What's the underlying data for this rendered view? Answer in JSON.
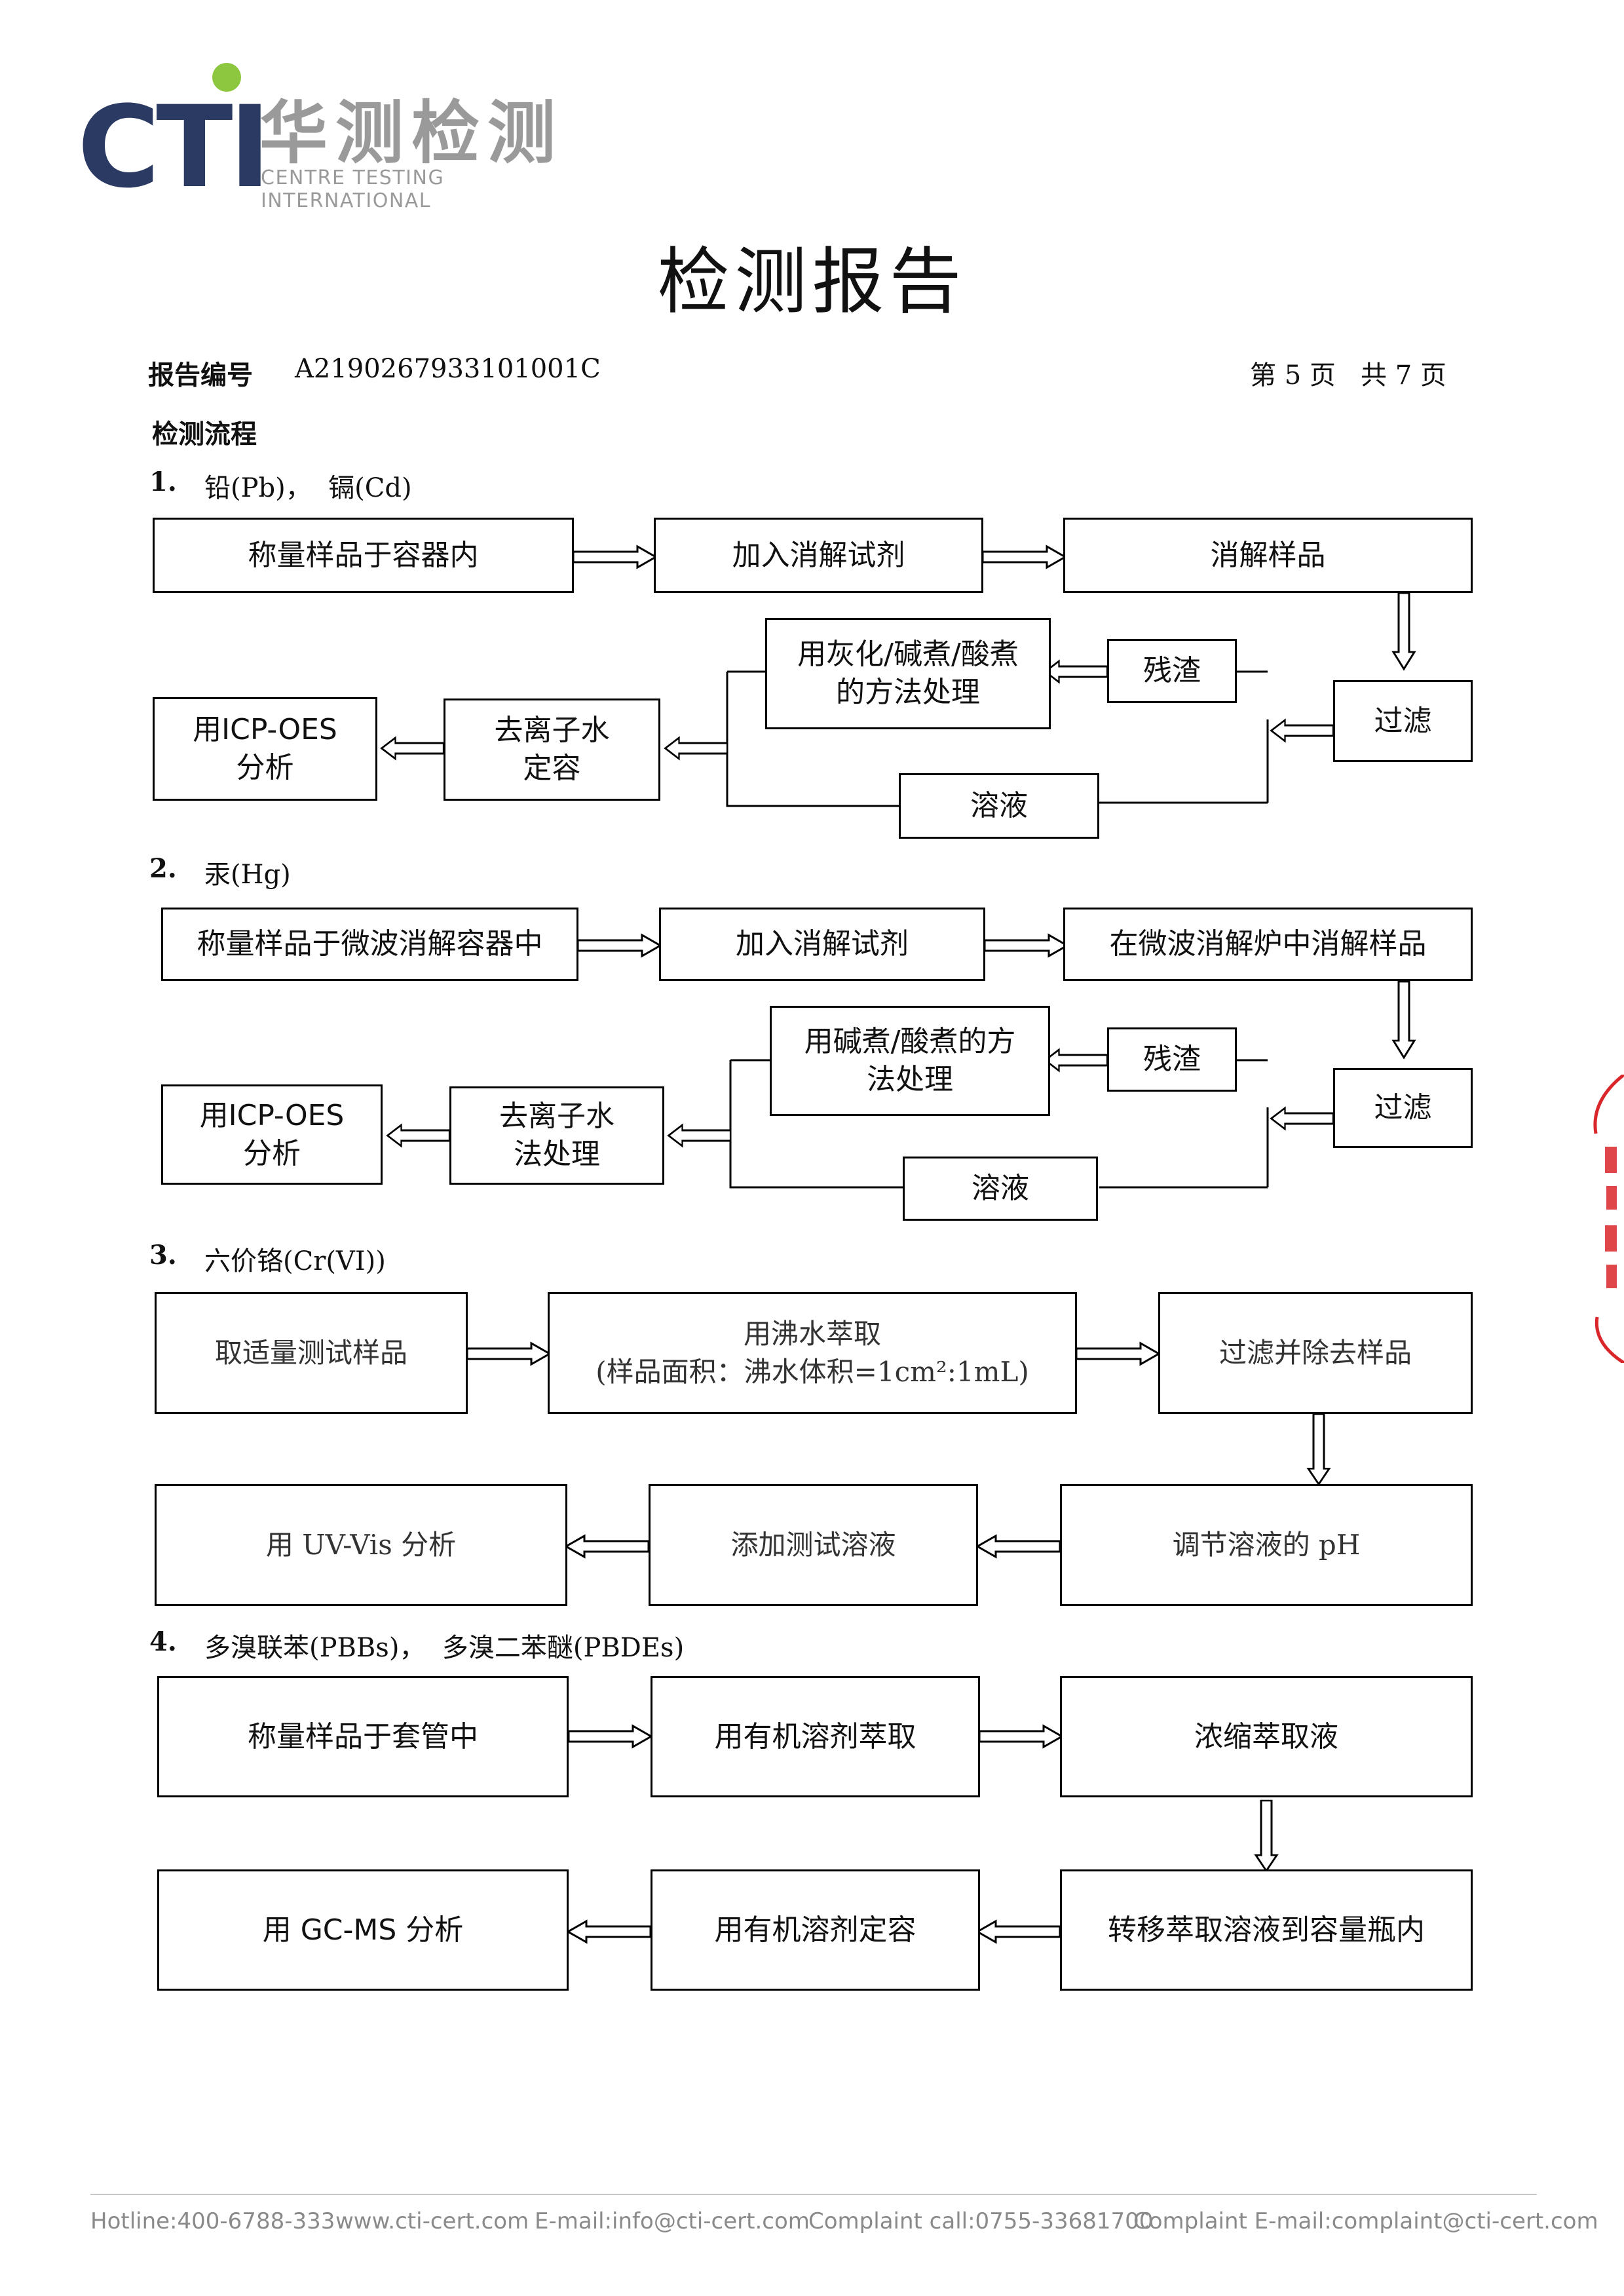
{
  "logo": {
    "cti": "CTI",
    "cn": "华测检测",
    "en": "CENTRE TESTING INTERNATIONAL"
  },
  "title": "检测报告",
  "header": {
    "report_label": "报告编号",
    "report_no": "A2190267933101001C",
    "page": "第 5 页   共 7 页"
  },
  "section_title": "检测流程",
  "sections": [
    {
      "num": "1.",
      "title": "铅(Pb)，  镉(Cd)"
    },
    {
      "num": "2.",
      "title": "汞(Hg)"
    },
    {
      "num": "3.",
      "title": "六价铬(Cr(VI))"
    },
    {
      "num": "4.",
      "title": "多溴联苯(PBBs)，  多溴二苯醚(PBDEs)"
    }
  ],
  "flow1": {
    "weigh": "称量样品于容器内",
    "add": "加入消解试剂",
    "digest": "消解样品",
    "filter": "过滤",
    "residue": "残渣",
    "ash": "用灰化/碱煮/酸煮\n的方法处理",
    "solution": "溶液",
    "dilute": "去离子水\n定容",
    "icp": "用ICP-OES\n分析"
  },
  "flow2": {
    "weigh": "称量样品于微波消解容器中",
    "add": "加入消解试剂",
    "digest": "在微波消解炉中消解样品",
    "filter": "过滤",
    "residue": "残渣",
    "treat": "用碱煮/酸煮的方\n法处理",
    "solution": "溶液",
    "dilute": "去离子水\n法处理",
    "icp": "用ICP-OES\n分析"
  },
  "flow3": {
    "take": "取适量测试样品",
    "extract": "用沸水萃取\n(样品面积：沸水体积=1cm²:1mL)",
    "filter": "过滤并除去样品",
    "ph": "调节溶液的 pH",
    "add": "添加测试溶液",
    "uv": "用 UV-Vis 分析"
  },
  "flow4": {
    "weigh": "称量样品于套管中",
    "extract": "用有机溶剂萃取",
    "concentrate": "浓缩萃取液",
    "transfer": "转移萃取溶液到容量瓶内",
    "volume": "用有机溶剂定容",
    "gcms": "用 GC-MS 分析"
  },
  "footer": {
    "hotline": "Hotline:400-6788-333",
    "web": "www.cti-cert.com",
    "email": "E-mail:info@cti-cert.com",
    "complaint_call": "Complaint call:0755-33681700",
    "complaint_email": "Complaint E-mail:complaint@cti-cert.com"
  },
  "colors": {
    "logo_blue": "#2b3a63",
    "logo_green": "#8dc63f",
    "logo_gray": "#9a9a9a",
    "stamp_red": "#d9262b"
  }
}
